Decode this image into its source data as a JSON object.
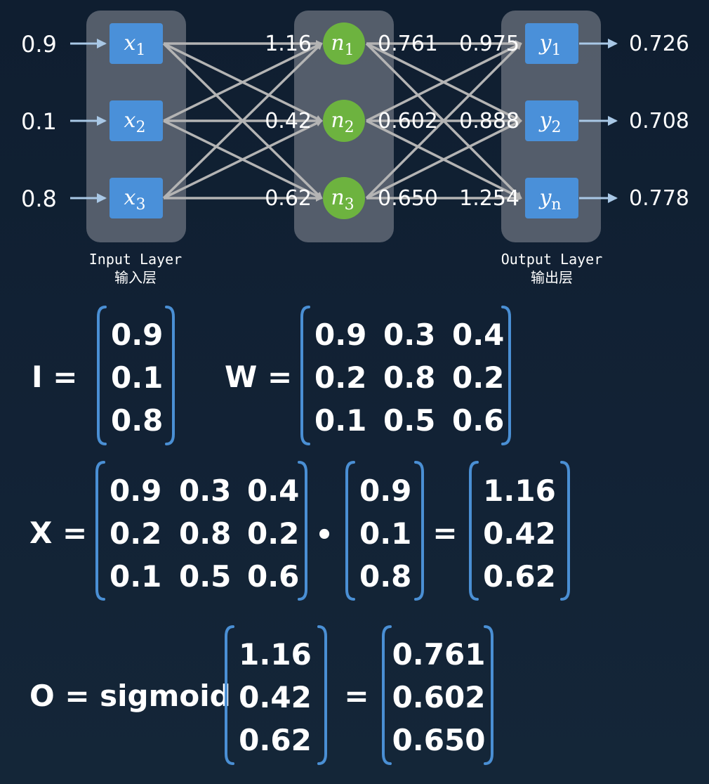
{
  "network": {
    "inputs": [
      "0.9",
      "0.1",
      "0.8"
    ],
    "input_nodes": [
      {
        "base": "x",
        "sub": "1"
      },
      {
        "base": "x",
        "sub": "2"
      },
      {
        "base": "x",
        "sub": "3"
      }
    ],
    "hidden_in": [
      "1.16",
      "0.42",
      "0.62"
    ],
    "hidden_nodes": [
      {
        "base": "n",
        "sub": "1"
      },
      {
        "base": "n",
        "sub": "2"
      },
      {
        "base": "n",
        "sub": "3"
      }
    ],
    "hidden_out": [
      "0.761",
      "0.602",
      "0.650"
    ],
    "output_in": [
      "0.975",
      "0.888",
      "1.254"
    ],
    "output_nodes": [
      {
        "base": "y",
        "sub": "1"
      },
      {
        "base": "y",
        "sub": "2"
      },
      {
        "base": "y",
        "sub": "n"
      }
    ],
    "outputs": [
      "0.726",
      "0.708",
      "0.778"
    ],
    "input_layer_en": "Input Layer",
    "input_layer_zh": "输入层",
    "output_layer_en": "Output Layer",
    "output_layer_zh": "输出层",
    "colors": {
      "layer_box": "#5a6370",
      "input_node": "#4a90d9",
      "hidden_node": "#6db33f",
      "edge": "#b4b4b4",
      "arrow": "#a9c8e6",
      "bracket": "#4a8fd4"
    }
  },
  "equations": {
    "I": {
      "label": "I =",
      "vector": [
        "0.9",
        "0.1",
        "0.8"
      ]
    },
    "W": {
      "label": "W =",
      "matrix": [
        [
          "0.9",
          "0.3",
          "0.4"
        ],
        [
          "0.2",
          "0.8",
          "0.2"
        ],
        [
          "0.1",
          "0.5",
          "0.6"
        ]
      ]
    },
    "X": {
      "label": "X =",
      "matrix": [
        [
          "0.9",
          "0.3",
          "0.4"
        ],
        [
          "0.2",
          "0.8",
          "0.2"
        ],
        [
          "0.1",
          "0.5",
          "0.6"
        ]
      ],
      "dot": "•",
      "vector": [
        "0.9",
        "0.1",
        "0.8"
      ],
      "equals": "=",
      "result": [
        "1.16",
        "0.42",
        "0.62"
      ]
    },
    "O": {
      "label": "O = sigmoid",
      "vector": [
        "1.16",
        "0.42",
        "0.62"
      ],
      "equals": "=",
      "result": [
        "0.761",
        "0.602",
        "0.650"
      ]
    }
  }
}
